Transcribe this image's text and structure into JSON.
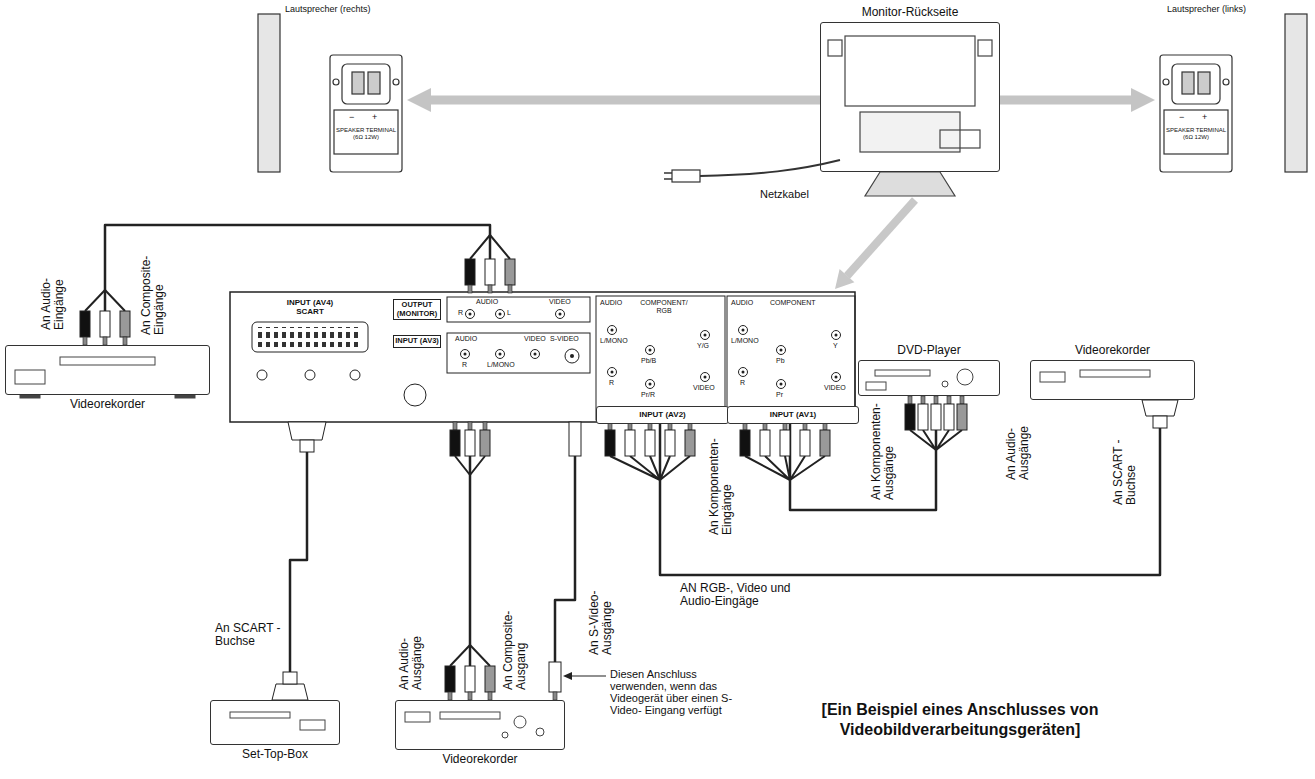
{
  "diagram": {
    "caption": "[Ein Beispiel eines Anschlusses von Videobildverarbeitungsgeräten]",
    "nodes": [
      {
        "text": [
          "Lautsprecher (rechts)"
        ]
      },
      {
        "text": [
          "Monitor-Rückseite"
        ]
      },
      {
        "text": [
          "Lautsprecher (links)"
        ]
      },
      {
        "text": [
          "Videorekorder"
        ]
      },
      {
        "text": [
          "INPUT (AV4) SCART"
        ]
      },
      {
        "text": [
          "OUTPUT (MONITOR)"
        ]
      },
      {
        "text": [
          "INPUT (AV3)"
        ]
      },
      {
        "text": [
          "INPUT (AV2)"
        ]
      },
      {
        "text": [
          "INPUT (AV1)"
        ]
      },
      {
        "text": [
          "DVD-Player"
        ]
      },
      {
        "text": [
          "Videorekorder"
        ]
      },
      {
        "text": [
          "Set-Top-Box"
        ]
      },
      {
        "text": [
          "Videorekorder"
        ]
      }
    ],
    "edges": [
      {
        "from": 1,
        "to": 0,
        "arrow": "to"
      },
      {
        "from": 1,
        "to": 2,
        "arrow": "to"
      },
      {
        "from": 3,
        "to": 5,
        "arrow": "none"
      },
      {
        "from": 11,
        "to": 4,
        "arrow": "none"
      },
      {
        "from": 12,
        "to": 6,
        "arrow": "none"
      },
      {
        "from": 12,
        "to": 6,
        "arrow": "none"
      },
      {
        "from": 9,
        "to": 8,
        "arrow": "none"
      },
      {
        "from": 10,
        "to": 7,
        "arrow": "none"
      }
    ],
    "labels": [
      "Netzkabel",
      "SPEAKER TERMINAL (6Ω 12W)",
      "−",
      "+",
      "SPEAKER TERMINAL (6Ω 12W)",
      "−",
      "+",
      "AUDIO",
      "R",
      "L",
      "VIDEO",
      "AUDIO",
      "R",
      "L/MONO",
      "VIDEO",
      "S-VIDEO",
      "AUDIO",
      "COMPONENT/ RGB",
      "L/MONO",
      "R",
      "Pb/B",
      "Pr/R",
      "Y/G",
      "VIDEO",
      "AUDIO",
      "COMPONENT",
      "L/MONO",
      "R",
      "Pb",
      "Pr",
      "Y",
      "VIDEO",
      "An Audio- Eingänge",
      "An Composite- Eingänge",
      "An SCART -Buchse",
      "An Audio- Ausgänge",
      "An Composite- Ausgang",
      "An S-Video- Ausgänge",
      "Diesen Anschluss verwenden, wenn das Videogerät über einen S-Video- Eingang verfügt",
      "An Komponenten- Eingänge",
      "An Komponenten- Ausgänge",
      "An Audio- Ausgänge",
      "An SCART -Buchse",
      "AN RGB-, Video und Audio-Eingäge"
    ]
  }
}
